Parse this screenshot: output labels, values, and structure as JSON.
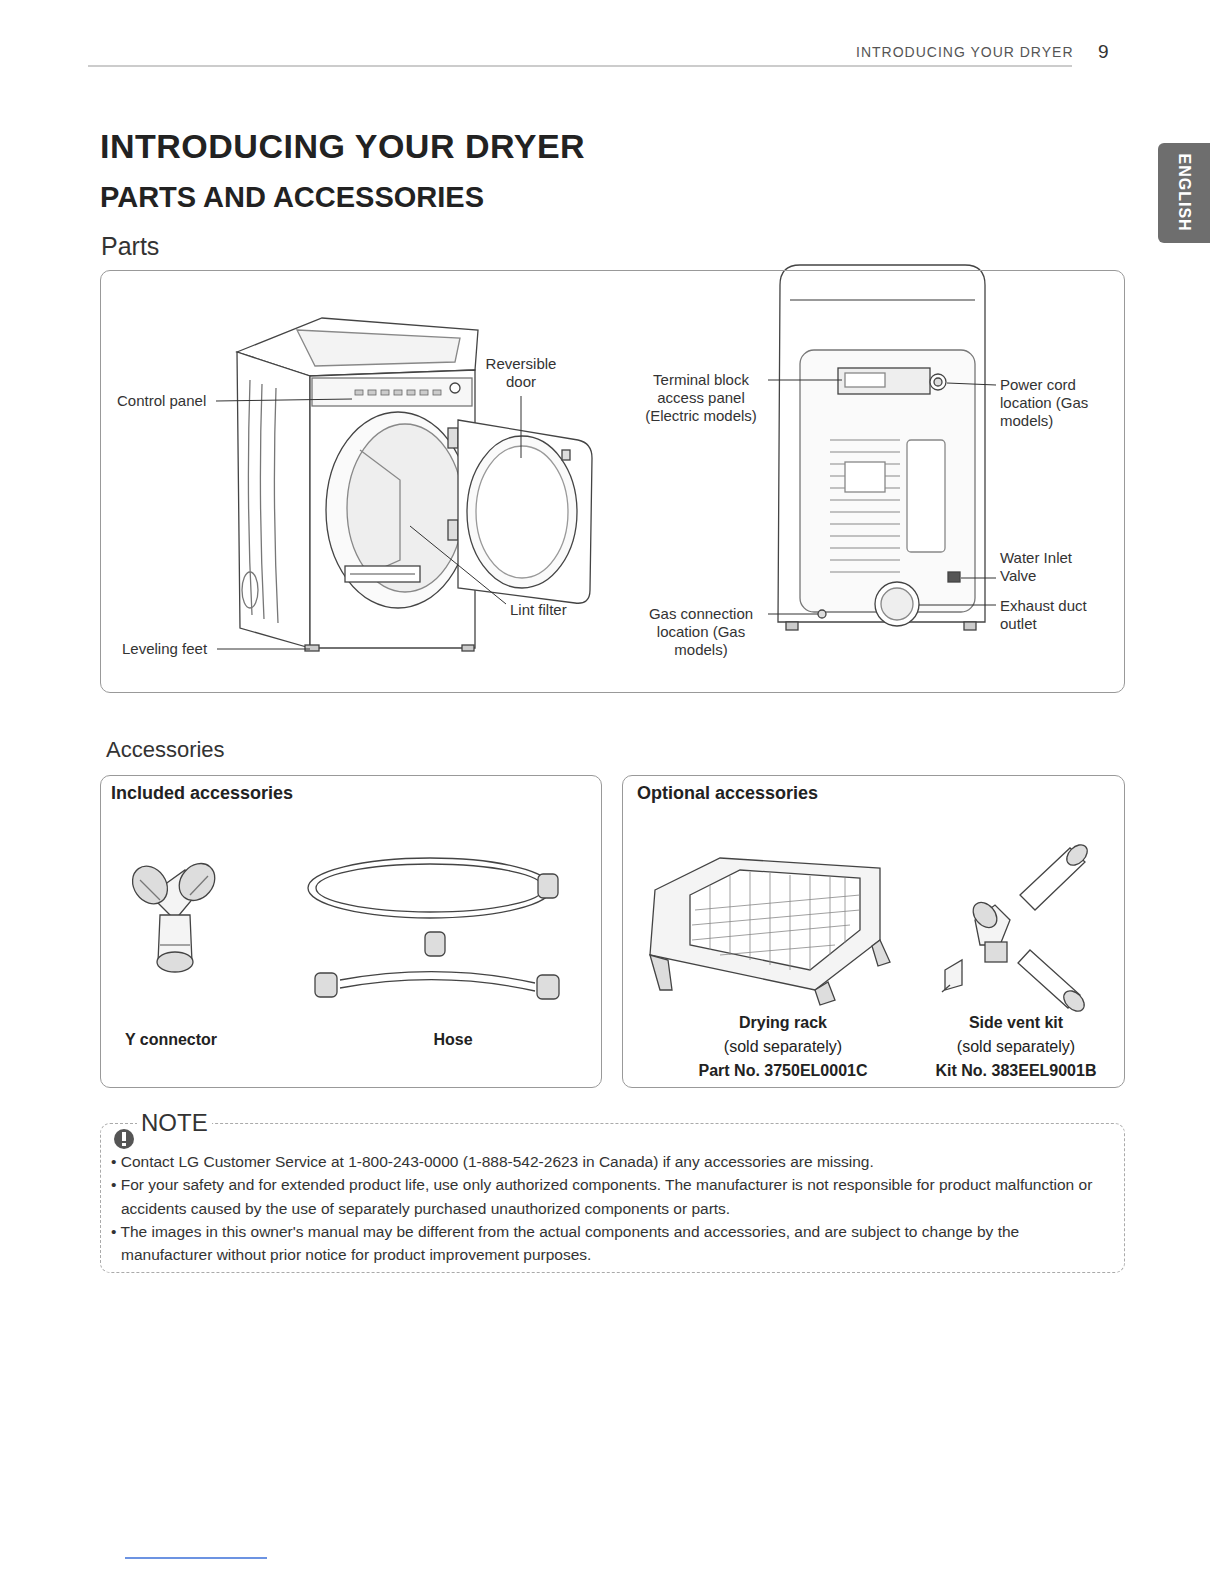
{
  "diagram": {
    "title": "INTRODUCING YOUR DRYER",
    "nodes": [
      {
        "text": [
          "Parts"
        ]
      },
      {
        "text": [
          "Included accessories",
          "Y connector",
          "Hose"
        ]
      },
      {
        "text": [
          "Optional accessories",
          "Drying rack",
          "(sold separately)",
          "Part No. 3750EL0001C",
          "Side vent kit",
          "(sold separately)",
          "Kit No. 383EEL9001B"
        ]
      },
      {
        "text": [
          "NOTE",
          "• Contact LG Customer Service at 1-800-243-0000 (1-888-542-2623 in Canada) if any accessories are missing.",
          "• For your safety and for extended product life, use only authorized components. The manufacturer is not responsible for product malfunction or accidents caused by the use of separately purchased unauthorized components or parts.",
          "• The images in this owner's manual may be different from the actual components and accessories, and are subject to change by the manufacturer without prior notice for product improvement purposes."
        ]
      },
      {
        "text": [
          "ENGLISH"
        ]
      }
    ],
    "labels": [
      "INTRODUCING YOUR DRYER",
      "9",
      "PARTS AND ACCESSORIES",
      "Control panel",
      "Reversible door",
      "Lint filter",
      "Leveling feet",
      "Terminal block access panel (Electric models)",
      "Power cord location (Gas models)",
      "Water Inlet Valve",
      "Exhaust duct outlet",
      "Gas connection location (Gas models)",
      "Accessories"
    ]
  }
}
